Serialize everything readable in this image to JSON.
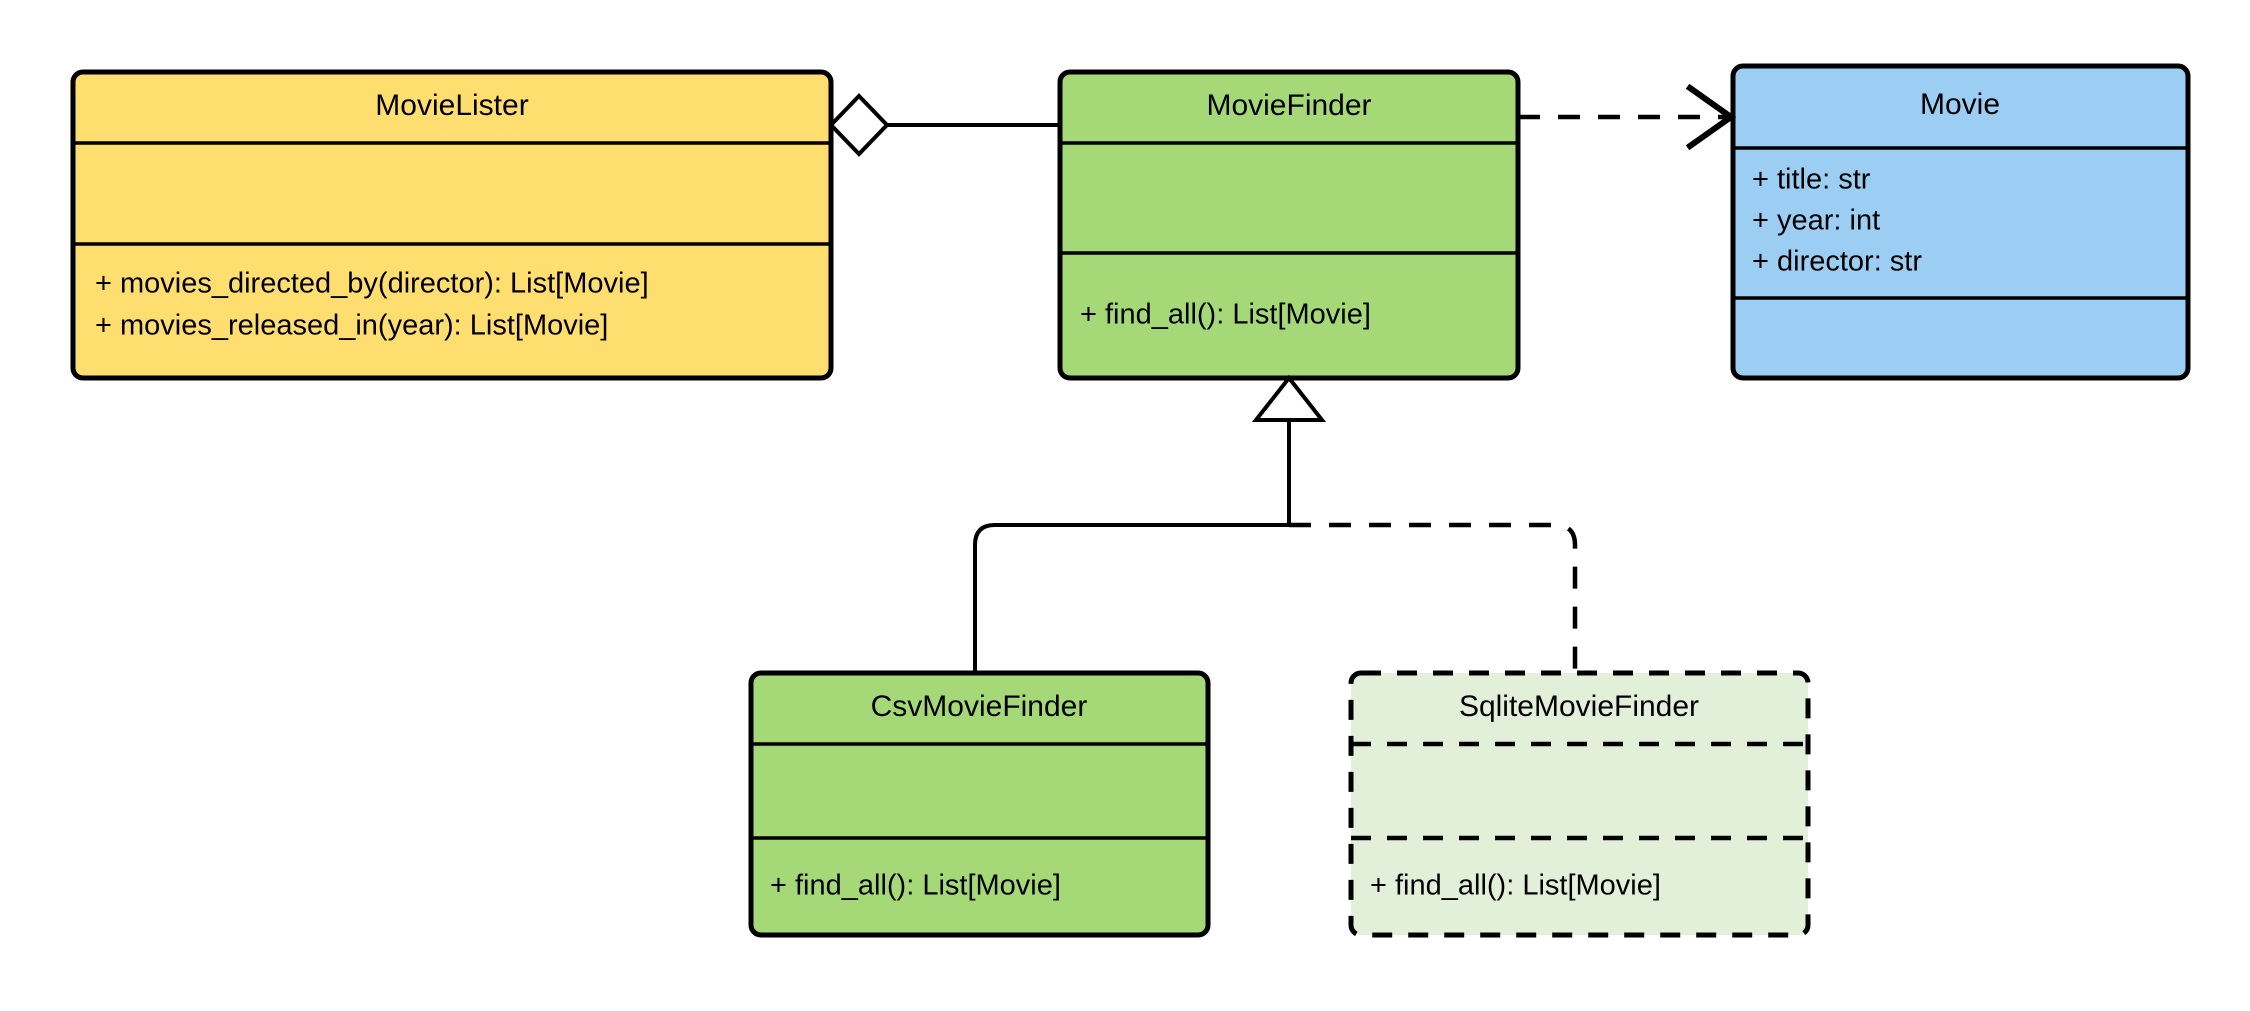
{
  "diagram": {
    "type": "uml-class-diagram",
    "title": "MovieLister dependency injection class diagram",
    "background": "#ffffff",
    "colors": {
      "class_yellow": "#FFDE70",
      "class_green": "#A5D977",
      "class_blue": "#9CCEF3",
      "class_light_green": "#E2F0D9",
      "stroke": "#000000"
    }
  },
  "classes": [
    {
      "id": "movie-lister",
      "name": "MovieLister",
      "fill": "#FFDE70",
      "border_style": "solid",
      "attributes": [],
      "methods": [
        "+ movies_directed_by(director): List[Movie]",
        "+ movies_released_in(year): List[Movie]"
      ]
    },
    {
      "id": "movie-finder",
      "name": "MovieFinder",
      "fill": "#A5D977",
      "border_style": "solid",
      "attributes": [],
      "methods": [
        "+ find_all(): List[Movie]"
      ]
    },
    {
      "id": "movie",
      "name": "Movie",
      "fill": "#9CCEF3",
      "border_style": "solid",
      "attributes": [
        "+ title: str",
        "+ year: int",
        "+ director: str"
      ],
      "methods": []
    },
    {
      "id": "csv-movie-finder",
      "name": "CsvMovieFinder",
      "fill": "#A5D977",
      "border_style": "solid",
      "attributes": [],
      "methods": [
        "+ find_all(): List[Movie]"
      ]
    },
    {
      "id": "sqlite-movie-finder",
      "name": "SqliteMovieFinder",
      "fill": "#E2F0D9",
      "border_style": "dashed",
      "attributes": [],
      "methods": [
        "+ find_all(): List[Movie]"
      ]
    }
  ],
  "relationships": [
    {
      "id": "aggregation-lister-finder",
      "kind": "aggregation",
      "from": "MovieLister",
      "to": "MovieFinder",
      "line_style": "solid",
      "marker": "hollow-diamond"
    },
    {
      "id": "dependency-finder-movie",
      "kind": "dependency",
      "from": "MovieFinder",
      "to": "Movie",
      "line_style": "dashed",
      "marker": "open-arrow"
    },
    {
      "id": "generalization-csv-finder",
      "kind": "generalization",
      "from": "CsvMovieFinder",
      "to": "MovieFinder",
      "line_style": "solid",
      "marker": "hollow-triangle"
    },
    {
      "id": "generalization-sqlite-finder",
      "kind": "generalization",
      "from": "SqliteMovieFinder",
      "to": "MovieFinder",
      "line_style": "dashed",
      "marker": "hollow-triangle"
    }
  ]
}
